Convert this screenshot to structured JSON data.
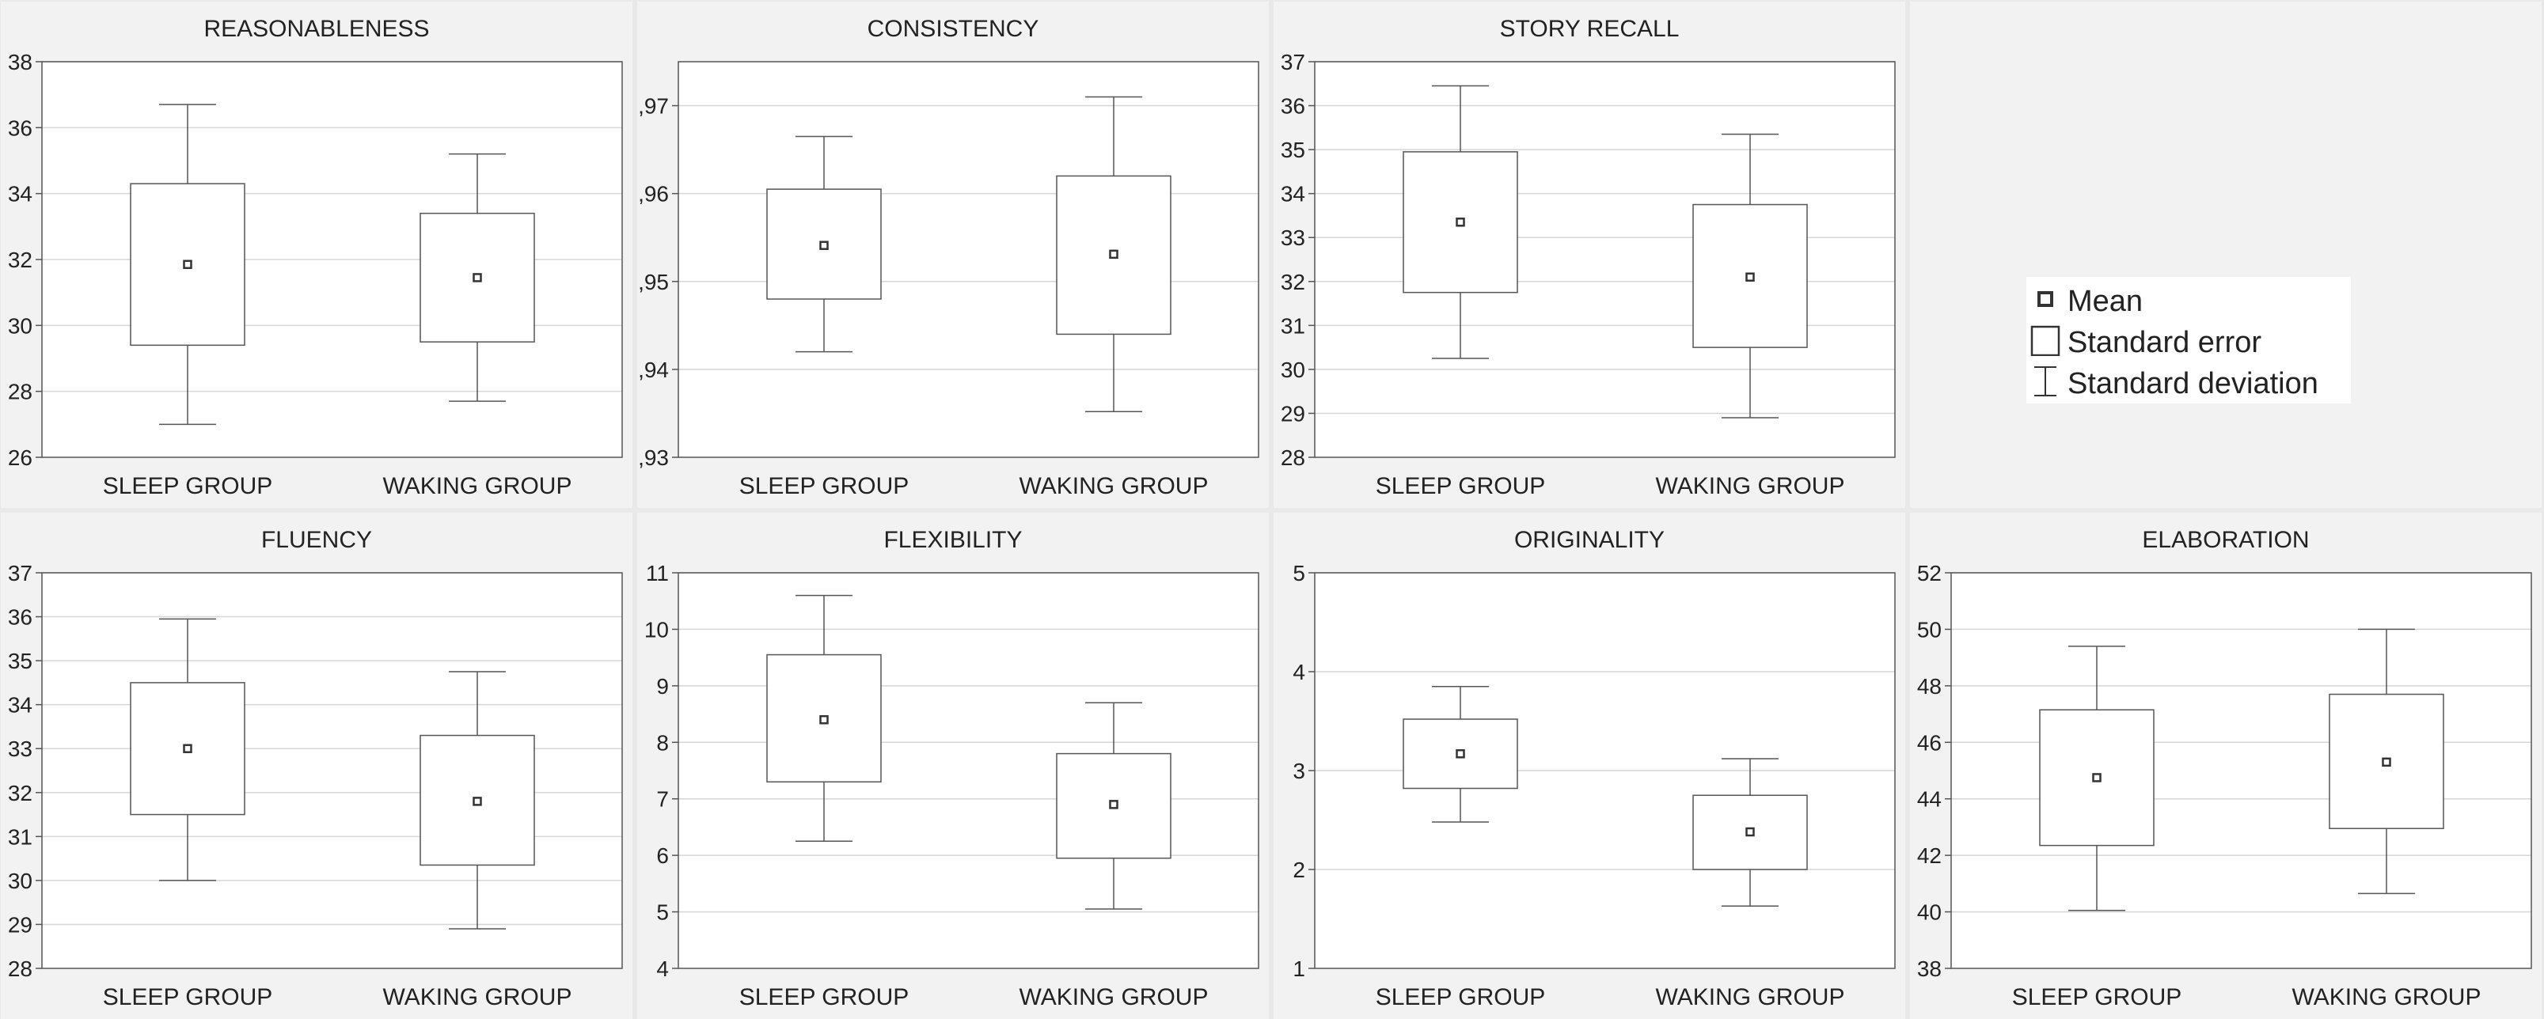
{
  "chart_data": [
    {
      "type": "box",
      "title": "REASONABLENESS",
      "categories": [
        "SLEEP GROUP",
        "WAKING GROUP"
      ],
      "ylim": [
        26,
        38
      ],
      "yticks": [
        26,
        28,
        30,
        32,
        34,
        36,
        38
      ],
      "ytick_labels": [
        "26",
        "28",
        "30",
        "32",
        "34",
        "36",
        "38"
      ],
      "grid": true,
      "series": [
        {
          "category": "SLEEP GROUP",
          "mean": 31.85,
          "se_low": 29.4,
          "se_high": 34.3,
          "sd_low": 27.0,
          "sd_high": 36.7
        },
        {
          "category": "WAKING GROUP",
          "mean": 31.45,
          "se_low": 29.5,
          "se_high": 33.4,
          "sd_low": 27.7,
          "sd_high": 35.2
        }
      ]
    },
    {
      "type": "box",
      "title": "CONSISTENCY",
      "categories": [
        "SLEEP GROUP",
        "WAKING GROUP"
      ],
      "ylim": [
        0.93,
        0.975
      ],
      "yticks": [
        0.93,
        0.94,
        0.95,
        0.96,
        0.97
      ],
      "ytick_labels": [
        "0,93",
        "0,94",
        "0,95",
        "0,96",
        "0,97"
      ],
      "grid": true,
      "series": [
        {
          "category": "SLEEP GROUP",
          "mean": 0.9541,
          "se_low": 0.948,
          "se_high": 0.9605,
          "sd_low": 0.942,
          "sd_high": 0.9665
        },
        {
          "category": "WAKING GROUP",
          "mean": 0.9531,
          "se_low": 0.944,
          "se_high": 0.962,
          "sd_low": 0.9352,
          "sd_high": 0.971
        }
      ]
    },
    {
      "type": "box",
      "title": "STORY RECALL",
      "categories": [
        "SLEEP GROUP",
        "WAKING GROUP"
      ],
      "ylim": [
        28,
        37
      ],
      "yticks": [
        28,
        29,
        30,
        31,
        32,
        33,
        34,
        35,
        36,
        37
      ],
      "ytick_labels": [
        "28",
        "29",
        "30",
        "31",
        "32",
        "33",
        "34",
        "35",
        "36",
        "37"
      ],
      "grid": true,
      "series": [
        {
          "category": "SLEEP GROUP",
          "mean": 33.35,
          "se_low": 31.75,
          "se_high": 34.95,
          "sd_low": 30.25,
          "sd_high": 36.45
        },
        {
          "category": "WAKING GROUP",
          "mean": 32.1,
          "se_low": 30.5,
          "se_high": 33.75,
          "sd_low": 28.9,
          "sd_high": 35.35
        }
      ]
    },
    {
      "type": "box",
      "title": "FLUENCY",
      "categories": [
        "SLEEP GROUP",
        "WAKING GROUP"
      ],
      "ylim": [
        28,
        37
      ],
      "yticks": [
        28,
        29,
        30,
        31,
        32,
        33,
        34,
        35,
        36,
        37
      ],
      "ytick_labels": [
        "28",
        "29",
        "30",
        "31",
        "32",
        "33",
        "34",
        "35",
        "36",
        "37"
      ],
      "grid": true,
      "series": [
        {
          "category": "SLEEP GROUP",
          "mean": 33.0,
          "se_low": 31.5,
          "se_high": 34.5,
          "sd_low": 30.0,
          "sd_high": 35.95
        },
        {
          "category": "WAKING GROUP",
          "mean": 31.8,
          "se_low": 30.35,
          "se_high": 33.3,
          "sd_low": 28.9,
          "sd_high": 34.75
        }
      ]
    },
    {
      "type": "box",
      "title": "FLEXIBILITY",
      "categories": [
        "SLEEP GROUP",
        "WAKING GROUP"
      ],
      "ylim": [
        4,
        11
      ],
      "yticks": [
        4,
        5,
        6,
        7,
        8,
        9,
        10,
        11
      ],
      "ytick_labels": [
        "4",
        "5",
        "6",
        "7",
        "8",
        "9",
        "10",
        "11"
      ],
      "grid": true,
      "series": [
        {
          "category": "SLEEP GROUP",
          "mean": 8.4,
          "se_low": 7.3,
          "se_high": 9.55,
          "sd_low": 6.25,
          "sd_high": 10.6
        },
        {
          "category": "WAKING GROUP",
          "mean": 6.9,
          "se_low": 5.95,
          "se_high": 7.8,
          "sd_low": 5.05,
          "sd_high": 8.7
        }
      ]
    },
    {
      "type": "box",
      "title": "ORIGINALITY",
      "categories": [
        "SLEEP GROUP",
        "WAKING GROUP"
      ],
      "ylim": [
        1,
        5
      ],
      "yticks": [
        1,
        2,
        3,
        4,
        5
      ],
      "ytick_labels": [
        "1",
        "2",
        "3",
        "4",
        "5"
      ],
      "grid": true,
      "series": [
        {
          "category": "SLEEP GROUP",
          "mean": 3.17,
          "se_low": 2.82,
          "se_high": 3.52,
          "sd_low": 2.48,
          "sd_high": 3.85
        },
        {
          "category": "WAKING GROUP",
          "mean": 2.38,
          "se_low": 2.0,
          "se_high": 2.75,
          "sd_low": 1.63,
          "sd_high": 3.12
        }
      ]
    },
    {
      "type": "box",
      "title": "ELABORATION",
      "categories": [
        "SLEEP GROUP",
        "WAKING GROUP"
      ],
      "ylim": [
        38,
        52
      ],
      "yticks": [
        38,
        40,
        42,
        44,
        46,
        48,
        50,
        52
      ],
      "ytick_labels": [
        "38",
        "40",
        "42",
        "44",
        "46",
        "48",
        "50",
        "52"
      ],
      "grid": true,
      "series": [
        {
          "category": "SLEEP GROUP",
          "mean": 44.75,
          "se_low": 42.35,
          "se_high": 47.15,
          "sd_low": 40.05,
          "sd_high": 49.4
        },
        {
          "category": "WAKING GROUP",
          "mean": 45.3,
          "se_low": 42.95,
          "se_high": 47.7,
          "sd_low": 40.65,
          "sd_high": 50.0
        }
      ]
    }
  ],
  "legend": {
    "placement": "right",
    "items": [
      {
        "label": "Mean",
        "icon": "mean-square-icon"
      },
      {
        "label": "Standard error",
        "icon": "box-icon"
      },
      {
        "label": "Standard deviation",
        "icon": "whisker-icon"
      }
    ]
  },
  "colors": {
    "stroke": "#555555",
    "grid": "#d6d6d6",
    "text": "#222222",
    "panel_bg": "#f2f2f2",
    "plot_bg": "#ffffff"
  }
}
